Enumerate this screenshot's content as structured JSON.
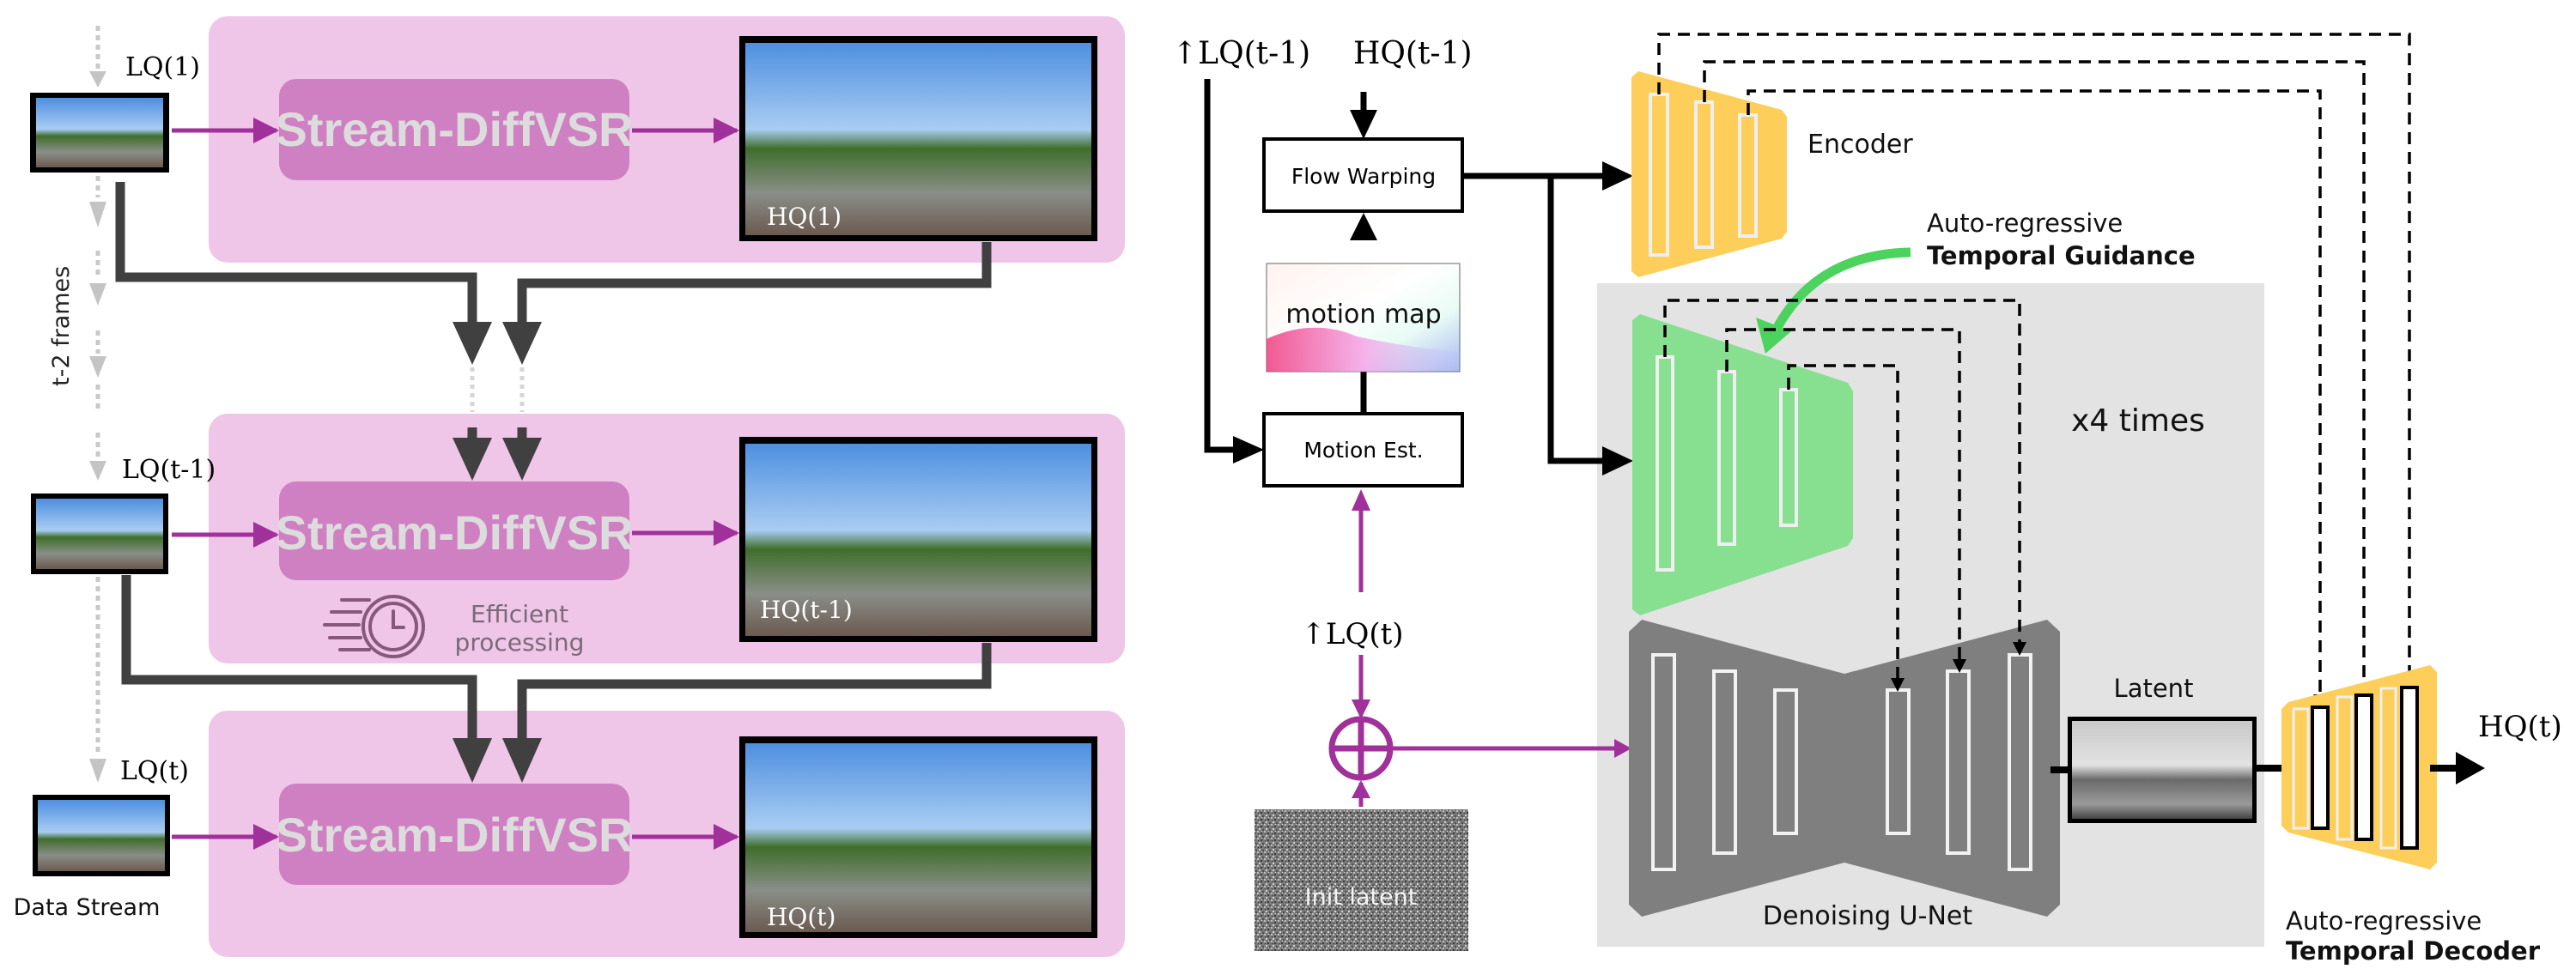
{
  "colors": {
    "panel_bg": "#efc5e8",
    "module_bg": "#cf80c2",
    "module_text": "#dcdcdc",
    "purple_arrow": "#a0309a",
    "connector_dark": "#404040",
    "stream_dotted": "#c8c8c8",
    "encoder_yellow": "#fdcf5a",
    "guidance_green": "#86e08f",
    "guidance_arrow": "#4cd35e",
    "unet_gray": "#7f7f7f",
    "loop_panel": "#e3e3e3",
    "efficient_text": "#7a6a78",
    "clock_icon": "#86587c"
  },
  "left_pipeline": {
    "stream_label": "Data Stream",
    "skip_label": "t-2 frames",
    "frames": [
      {
        "input_label": "LQ(1)",
        "module_label": "Stream-DiffVSR",
        "output_label": "HQ(1)"
      },
      {
        "input_label": "LQ(t-1)",
        "module_label": "Stream-DiffVSR",
        "output_label": "HQ(t-1)"
      },
      {
        "input_label": "LQ(t)",
        "module_label": "Stream-DiffVSR",
        "output_label": "HQ(t)"
      }
    ],
    "efficiency_note": {
      "line1": "Efficient",
      "line2": "processing",
      "icon": "fast-clock-icon"
    }
  },
  "architecture": {
    "inputs": {
      "lq_prev": "↑LQ(t-1)",
      "hq_prev": "HQ(t-1)",
      "lq_curr": "↑LQ(t)"
    },
    "blocks": {
      "flow_warping": "Flow Warping",
      "motion_map": "motion map",
      "motion_est": "Motion Est.",
      "init_latent": "Init latent",
      "encoder": "Encoder",
      "unet": "Denoising U-Net",
      "latent": "Latent",
      "repeat": "x4 times"
    },
    "guidance": {
      "line1": "Auto-regressive",
      "line2": "Temporal Guidance"
    },
    "decoder": {
      "line1": "Auto-regressive",
      "line2": "Temporal Decoder"
    },
    "output": "HQ(t)",
    "sum_symbol": "⊕"
  }
}
